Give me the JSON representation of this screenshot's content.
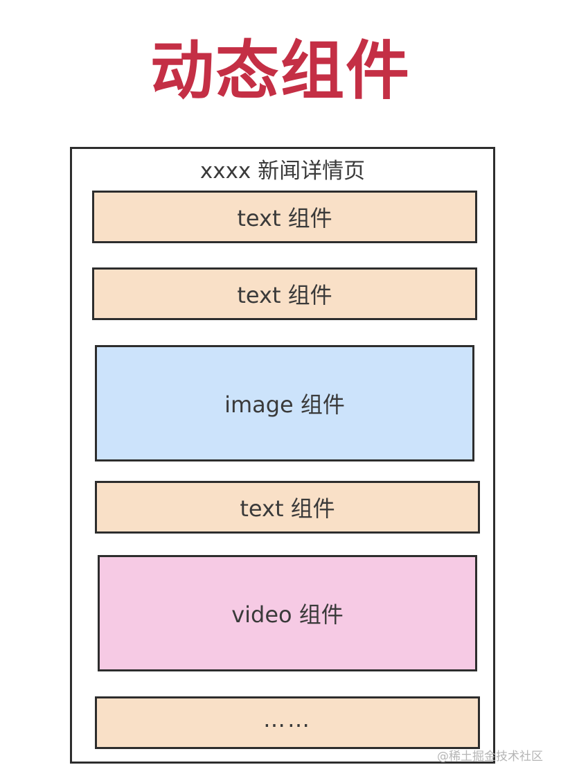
{
  "title": "动态组件",
  "page": {
    "title": "xxxx 新闻详情页"
  },
  "components": [
    {
      "label": "text 组件",
      "type": "text"
    },
    {
      "label": "text 组件",
      "type": "text"
    },
    {
      "label": "image 组件",
      "type": "image"
    },
    {
      "label": "text 组件",
      "type": "text"
    },
    {
      "label": "video 组件",
      "type": "video"
    },
    {
      "label": "……",
      "type": "more"
    }
  ],
  "colors": {
    "title": "#c42f45",
    "text_component": "#f9e0c7",
    "image_component": "#cce3fb",
    "video_component": "#f6cae4",
    "border": "#2d2d2d"
  },
  "watermark": "@稀土掘金技术社区"
}
